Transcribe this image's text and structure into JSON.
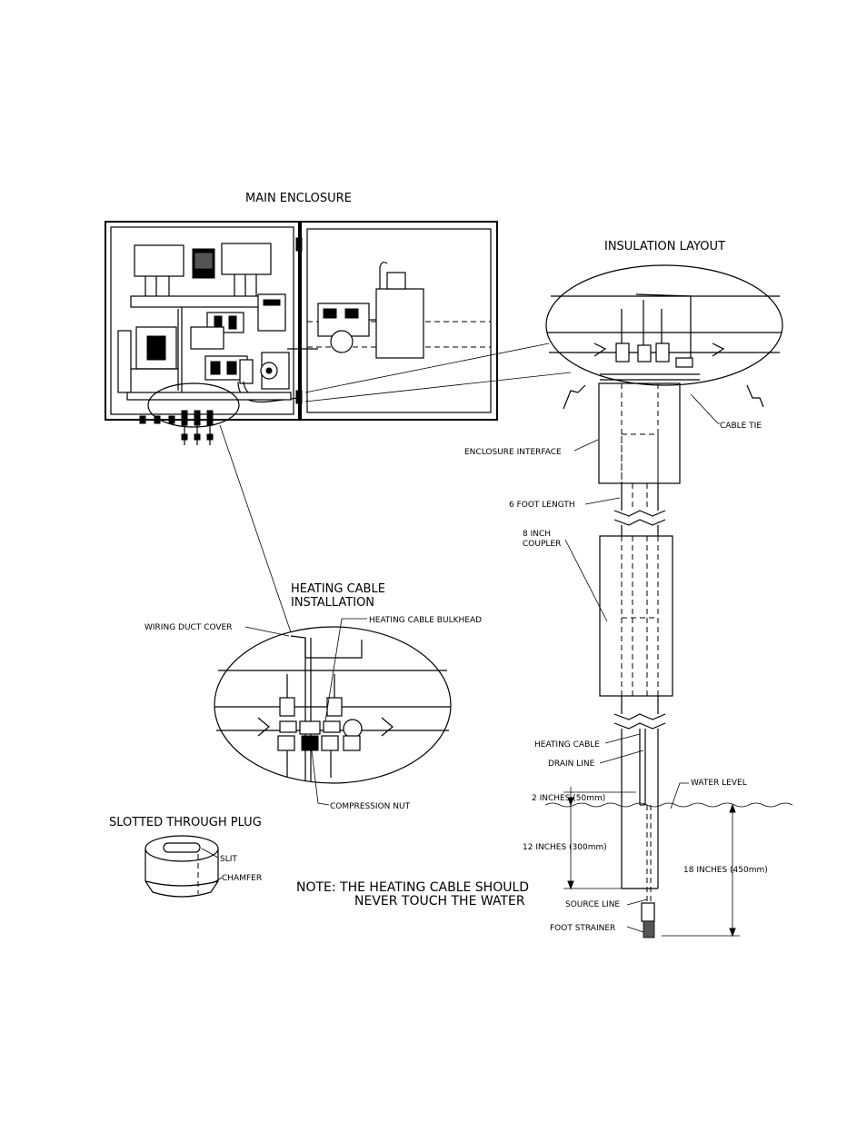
{
  "titles": {
    "main_enclosure": "MAIN ENCLOSURE",
    "insulation_layout": "INSULATION LAYOUT",
    "heating_cable_installation_1": "HEATING CABLE",
    "heating_cable_installation_2": "INSTALLATION",
    "slotted_through_plug": "SLOTTED THROUGH PLUG"
  },
  "labels": {
    "cable_tie": "CABLE TIE",
    "enclosure_interface": "ENCLOSURE INTERFACE",
    "six_foot_length": "6 FOOT LENGTH",
    "eight_inch_1": "8 INCH",
    "eight_inch_2": "COUPLER",
    "wiring_duct_cover": "WIRING DUCT COVER",
    "heating_cable_bulkhead": "HEATING CABLE BULKHEAD",
    "compression_nut": "COMPRESSION NUT",
    "heating_cable": "HEATING CABLE",
    "drain_line": "DRAIN LINE",
    "water_level": "WATER LEVEL",
    "two_inches": "2 INCHES (50mm)",
    "twelve_inches": "12 INCHES (300mm)",
    "eighteen_inches": "18 INCHES (450mm)",
    "source_line": "SOURCE LINE",
    "foot_strainer": "FOOT STRAINER",
    "slit": "SLIT",
    "chamfer": "CHAMFER"
  },
  "note": {
    "line1": "NOTE: THE HEATING CABLE SHOULD",
    "line2": "NEVER TOUCH THE WATER"
  }
}
